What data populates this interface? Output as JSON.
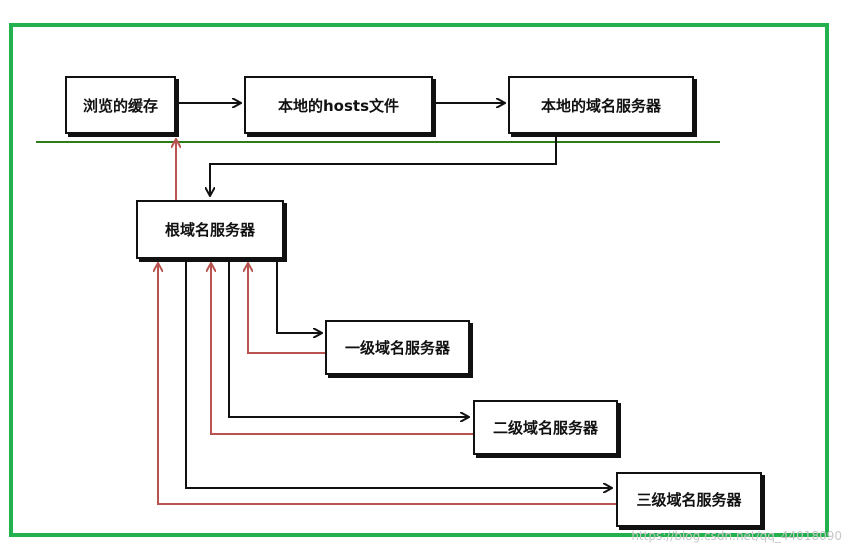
{
  "nodes": {
    "browser_cache": "浏览的缓存",
    "hosts_file": "本地的hosts文件",
    "local_dns": "本地的域名服务器",
    "root_dns": "根域名服务器",
    "first_level_dns": "一级域名服务器",
    "second_level_dns": "二级域名服务器",
    "third_level_dns": "三级域名服务器"
  },
  "watermark": "https://blog.csdn.net/qq_44018090",
  "colors": {
    "frame": "#22b14c",
    "divider": "#2e7d1a",
    "request_arrow": "#111111",
    "response_arrow": "#b8534f"
  }
}
